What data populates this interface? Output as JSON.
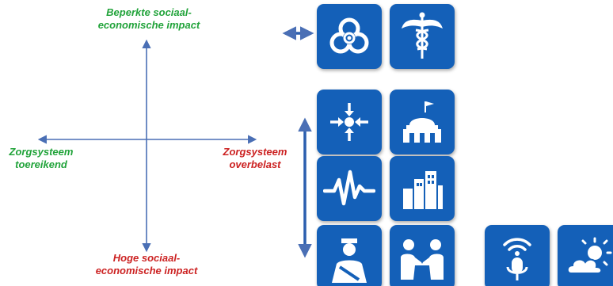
{
  "axis_labels": {
    "top": {
      "line1": "Beperkte sociaal-",
      "line2": "economische impact",
      "color": "#21a33a"
    },
    "bottom": {
      "line1": "Hoge sociaal-",
      "line2": "economische impact",
      "color": "#cc2222"
    },
    "left": {
      "line1": "Zorgsysteem",
      "line2": "toereikend",
      "color": "#21a33a"
    },
    "right": {
      "line1": "Zorgsysteem",
      "line2": "overbelast",
      "color": "#cc2222"
    }
  },
  "colors": {
    "axis": "#4a6fb5",
    "tile": "#1460b8",
    "icon": "#ffffff"
  },
  "icons": [
    "biohazard-icon",
    "caduceus-icon",
    "lockdown-arrows-icon",
    "government-building-icon",
    "heartbeat-icon",
    "city-buildings-icon",
    "injured-person-icon",
    "handshake-icon",
    "microphone-broadcast-icon",
    "weather-icon"
  ]
}
